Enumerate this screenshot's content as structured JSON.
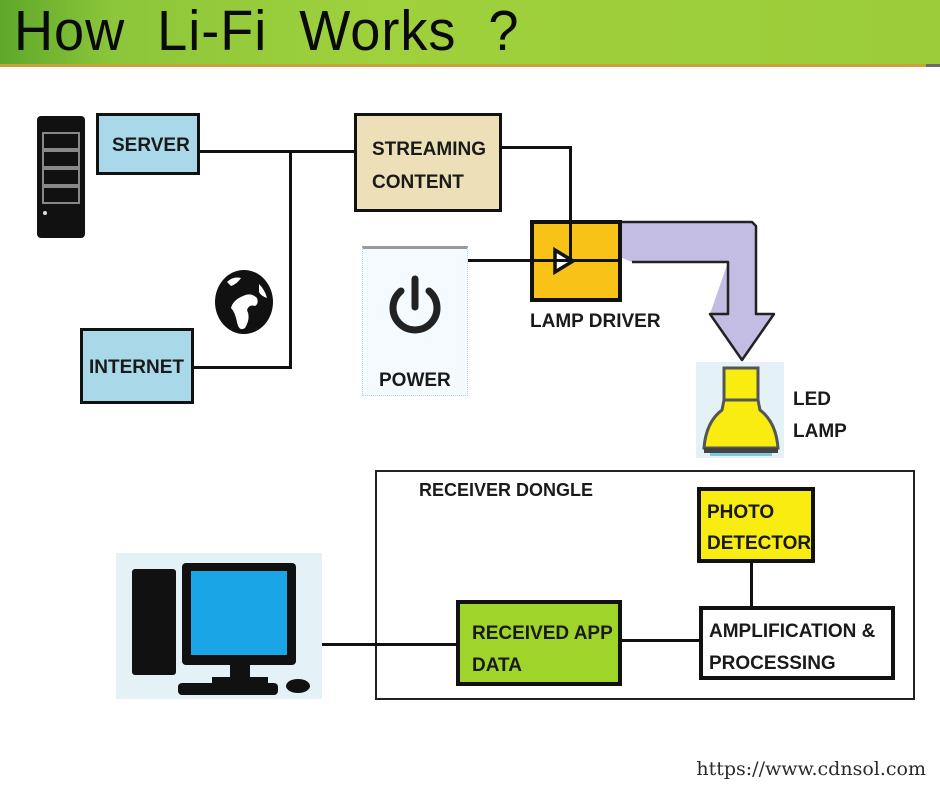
{
  "header": {
    "title": "How  Li-Fi  Works  ?"
  },
  "transmitter": {
    "server_label": "SERVER",
    "internet_label": "INTERNET",
    "streaming_label_line1": "STREAMING",
    "streaming_label_line2": "CONTENT",
    "power_label": "POWER",
    "lamp_driver_label": "LAMP DRIVER",
    "led_lamp_line1": "LED",
    "led_lamp_line2": "LAMP"
  },
  "receiver": {
    "dongle_label": "RECEIVER DONGLE",
    "photo_line1": "PHOTO",
    "photo_line2": "DETECTOR",
    "amp_line1": "AMPLIFICATION &",
    "amp_line2": "PROCESSING",
    "app_line1": "RECEIVED APP",
    "app_line2": "DATA"
  },
  "footer": {
    "watermark": "https://www.cdnsol.com"
  },
  "colors": {
    "server_fill": "#a9d8e8",
    "streaming_fill": "#ede0b8",
    "lamp_driver_fill": "#f8c216",
    "beam_fill": "#c4bde3",
    "photo_fill": "#f8ec10",
    "app_fill": "#9fd52a",
    "monitor_screen": "#1aa6e6"
  },
  "icons": [
    "server-tower-icon",
    "globe-icon",
    "power-icon",
    "led-lamp-icon",
    "desktop-computer-icon",
    "amplifier-triangle-icon"
  ]
}
